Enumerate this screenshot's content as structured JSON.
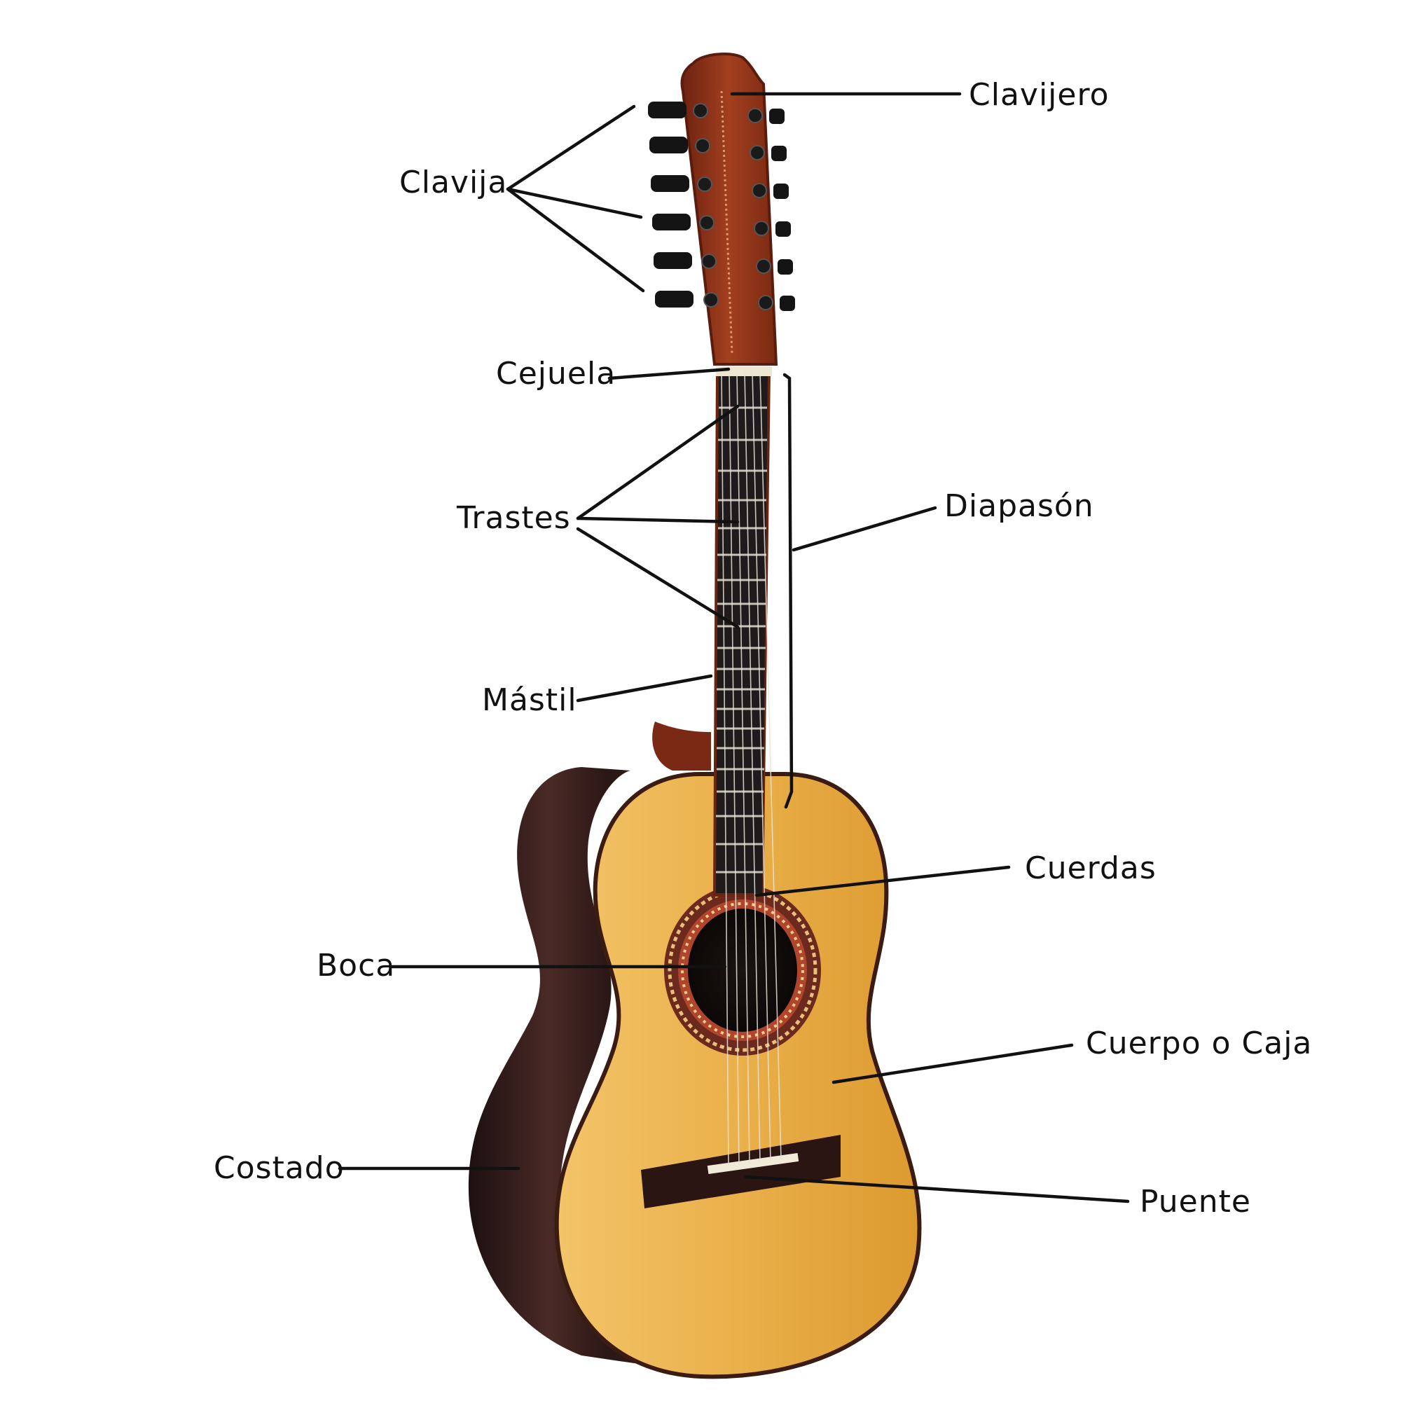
{
  "labels": {
    "clavijero": "Clavijero",
    "clavija": "Clavija",
    "cejuela": "Cejuela",
    "trastes": "Trastes",
    "diapason": "Diapasón",
    "mastil": "Mástil",
    "cuerdas": "Cuerdas",
    "boca": "Boca",
    "cuerpo": "Cuerpo o Caja",
    "costado": "Costado",
    "puente": "Puente"
  },
  "colors": {
    "background": "#ffffff",
    "label_text": "#111111",
    "leader_lines": "#111111",
    "soundboard": "#e8a73a",
    "sides_back": "#2e1a18",
    "headstock": "#8a2e17",
    "fretboard": "#1f1b1c",
    "tuner_buttons": "#141414"
  }
}
